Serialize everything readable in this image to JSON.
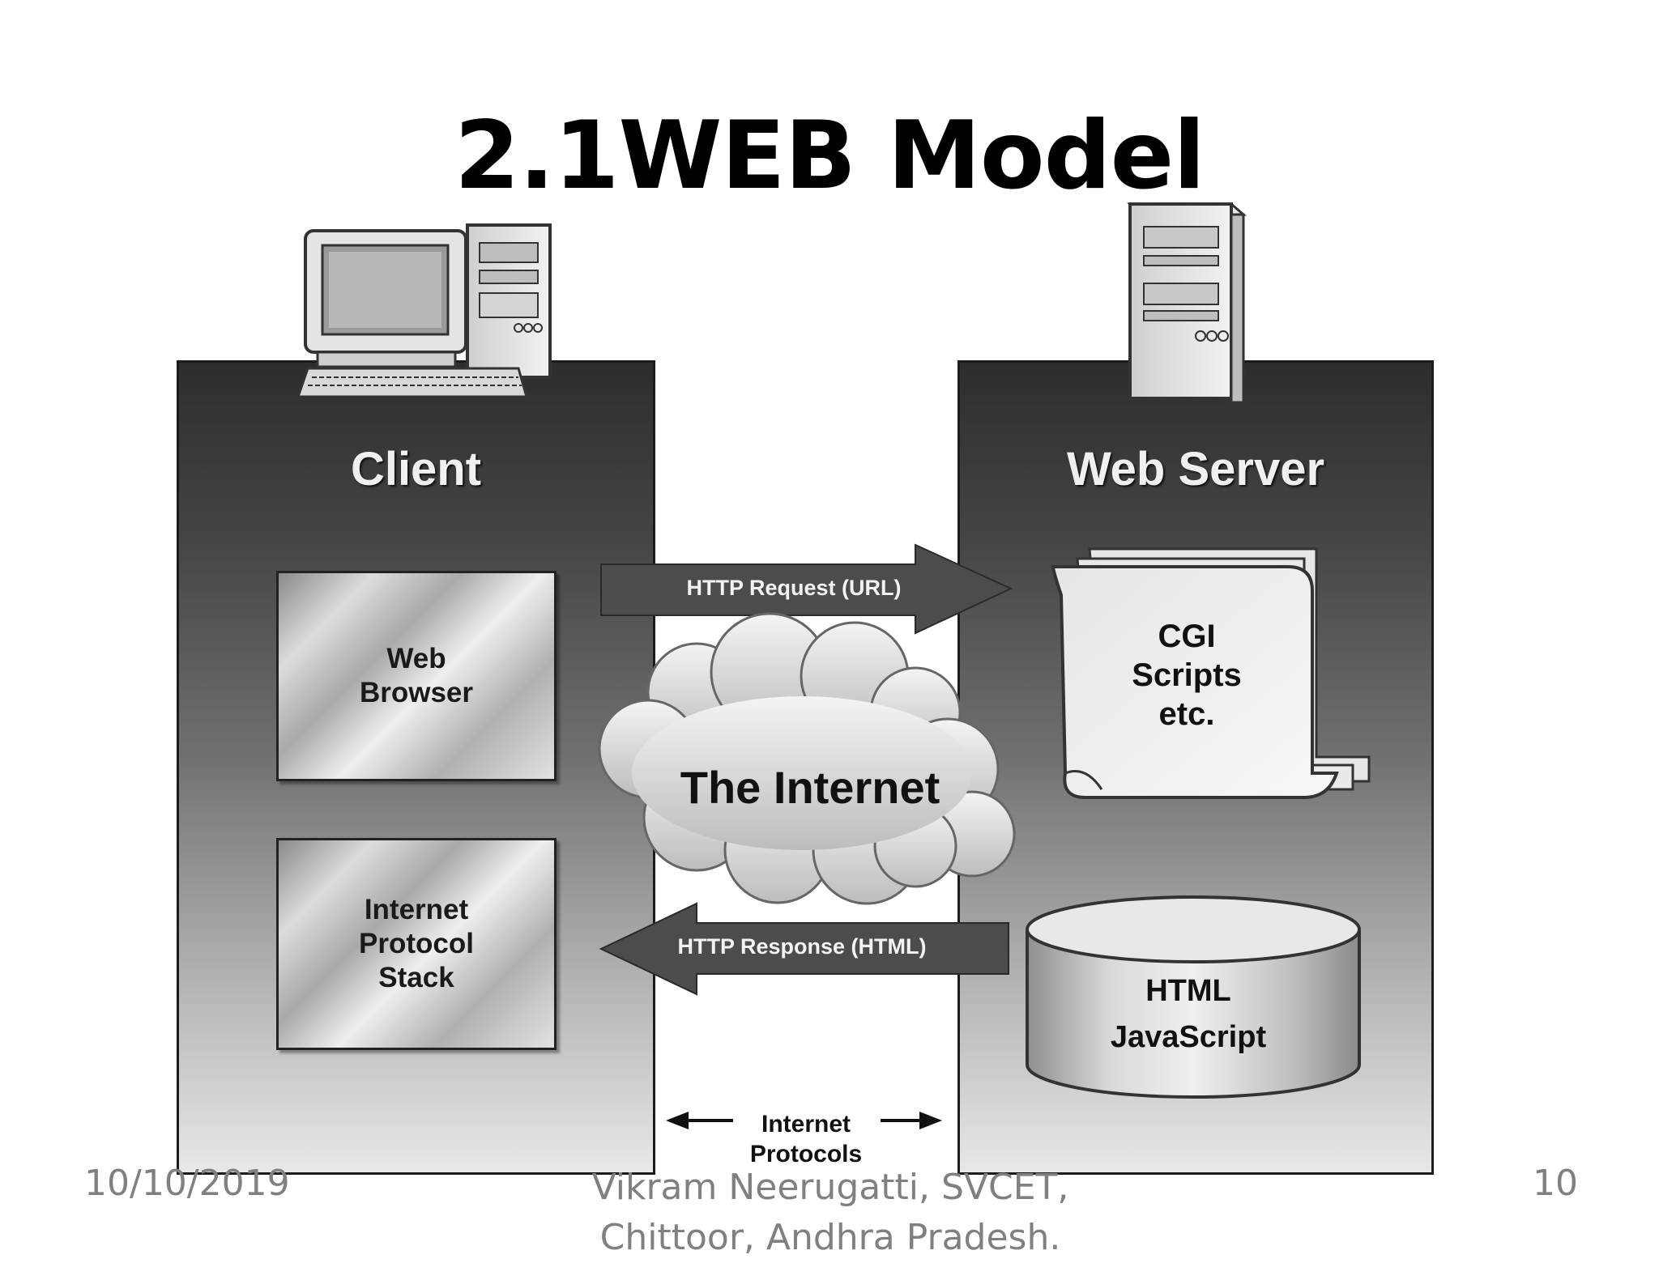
{
  "slide": {
    "title": "2.1WEB Model"
  },
  "diagram": {
    "client_title": "Client",
    "server_title": "Web Server",
    "web_browser": "Web\nBrowser",
    "protocol_stack": "Internet\nProtocol\nStack",
    "request_label": "HTTP Request (URL)",
    "response_label": "HTTP Response (HTML)",
    "internet_label": "The Internet",
    "scripts_label": "CGI\nScripts\netc.",
    "database_line1": "HTML",
    "database_line2": "JavaScript",
    "protocols_label": "Internet\nProtocols"
  },
  "footer": {
    "date": "10/10/2019",
    "author": "Vikram Neerugatti, SVCET,\nChittoor, Andhra Pradesh.",
    "page": "10"
  }
}
